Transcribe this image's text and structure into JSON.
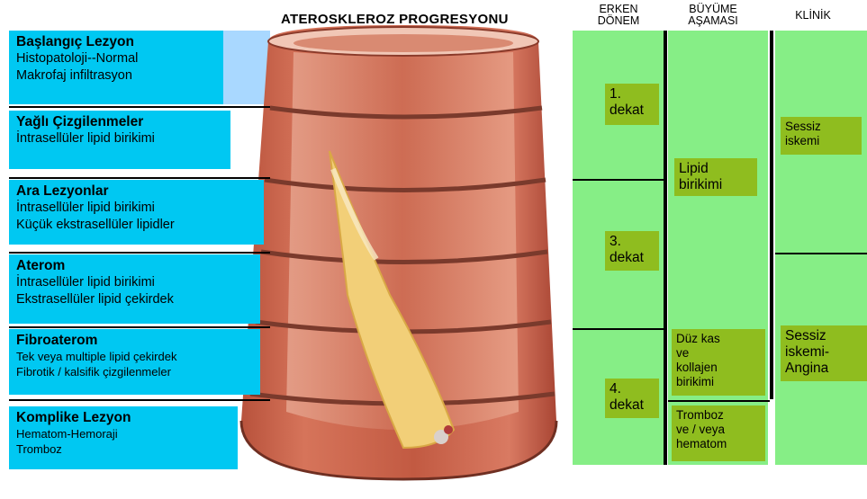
{
  "title": "ATEROSKLEROZ PROGRESYONU",
  "columns": {
    "erken": [
      "ERKEN",
      "DÖNEM"
    ],
    "buyume": [
      "BÜYÜME",
      "AŞAMASI"
    ],
    "klinik": "KLİNİK"
  },
  "stages": [
    {
      "name": "Başlangıç Lezyon",
      "lines": [
        "Histopatoloji--Normal",
        "Makrofaj infiltrasyon"
      ]
    },
    {
      "name": "Yağlı Çizgilenmeler",
      "lines": [
        "İntrasellüler lipid birikimi"
      ]
    },
    {
      "name": "Ara Lezyonlar",
      "lines": [
        "İntrasellüler lipid birikimi",
        "Küçük ekstrasellüler lipidler"
      ]
    },
    {
      "name": "Aterom",
      "lines": [
        "İntrasellüler lipid birikimi",
        "Ekstrasellüler lipid çekirdek"
      ]
    },
    {
      "name": "Fibroaterom",
      "lines": [
        "Tek veya multiple lipid çekirdek",
        "Fibrotik / kalsifik çizgilenmeler"
      ]
    },
    {
      "name": "Komplike Lezyon",
      "lines": [
        "Hematom-Hemoraji",
        "Tromboz"
      ]
    }
  ],
  "dekat": [
    {
      "num": "1.",
      "word": "dekat"
    },
    {
      "num": "3.",
      "word": "dekat"
    },
    {
      "num": "4.",
      "word": "dekat"
    }
  ],
  "growth": [
    {
      "lines": [
        "Lipid",
        "birikimi"
      ]
    },
    {
      "lines": [
        "Düz kas",
        "ve",
        "kollajen",
        "birikimi"
      ]
    },
    {
      "lines": [
        "Tromboz",
        "ve / veya",
        "hematom"
      ]
    }
  ],
  "clinical": [
    {
      "lines": [
        "Sessiz",
        "iskemi"
      ]
    },
    {
      "lines": [
        "Sessiz",
        "iskemi-",
        "Angina"
      ]
    }
  ],
  "colors": {
    "stage_box": "#00c8f2",
    "green_column": "#86ee86",
    "olive_box": "#8fbd1f",
    "artery_wall": "#c8604a",
    "plaque": "#f2cf78"
  }
}
